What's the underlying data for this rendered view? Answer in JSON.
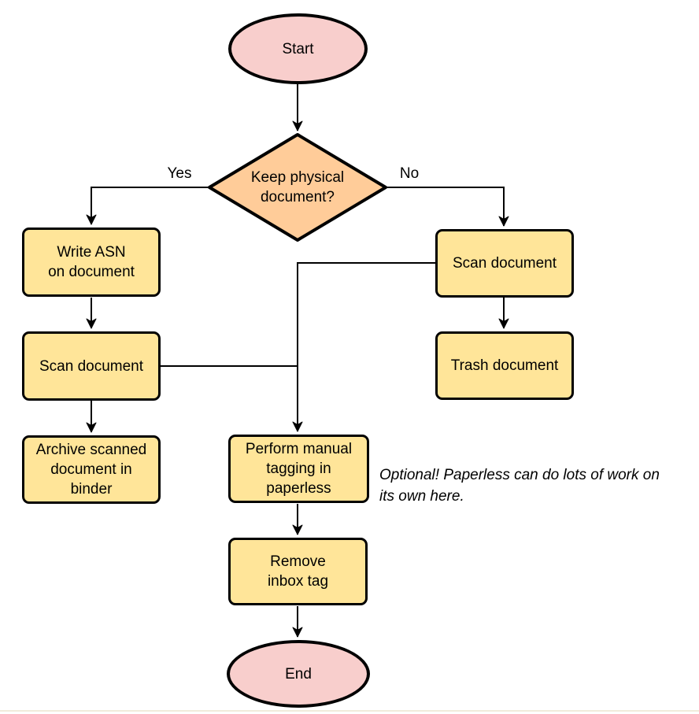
{
  "diagram": {
    "nodes": {
      "start": {
        "label": "Start",
        "type": "terminal"
      },
      "decision": {
        "label": "Keep physical\ndocument?",
        "type": "decision"
      },
      "write_asn": {
        "label": "Write ASN\non document",
        "type": "process"
      },
      "scan_left": {
        "label": "Scan document",
        "type": "process"
      },
      "archive": {
        "label": "Archive scanned\ndocument in\nbinder",
        "type": "process"
      },
      "scan_right": {
        "label": "Scan document",
        "type": "process"
      },
      "trash": {
        "label": "Trash document",
        "type": "process"
      },
      "tagging": {
        "label": "Perform manual\ntagging in\npaperless",
        "type": "process"
      },
      "remove_inbox": {
        "label": "Remove\ninbox tag",
        "type": "process"
      },
      "end": {
        "label": "End",
        "type": "terminal"
      }
    },
    "edge_labels": {
      "yes": "Yes",
      "no": "No"
    },
    "note": "Optional! Paperless can do lots of work on\nits own here.",
    "colors": {
      "terminal_fill": "#F8CECC",
      "decision_fill": "#FFCC99",
      "process_fill": "#FFE599",
      "stroke": "#000000"
    }
  }
}
